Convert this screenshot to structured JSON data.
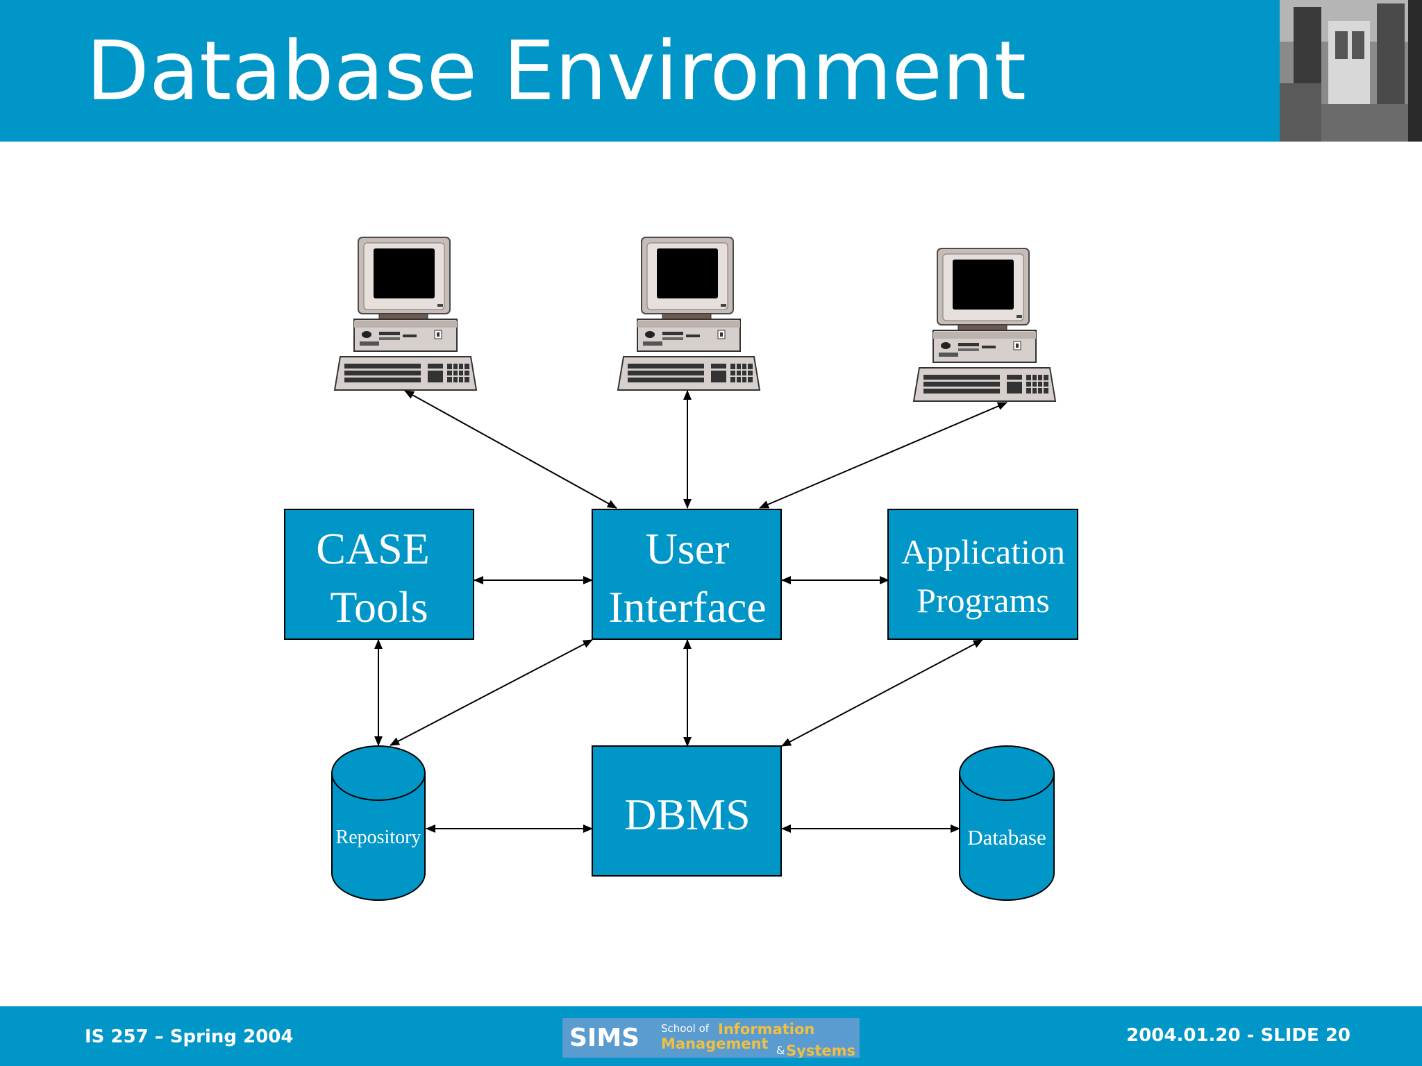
{
  "slide": {
    "title": "Database Environment",
    "footer_left": "IS 257 – Spring 2004",
    "footer_right": "2004.01.20 - SLIDE 20"
  },
  "logo": {
    "sims": "SIMS",
    "school_of": "School of",
    "information": "Information",
    "management": "Management",
    "amp": "&",
    "systems": "Systems"
  },
  "diagram": {
    "case_tools": {
      "line1": "CASE",
      "line2": "Tools"
    },
    "user_interface": {
      "line1": "User",
      "line2": "Interface"
    },
    "application_programs": {
      "line1": "Application",
      "line2": "Programs"
    },
    "dbms": "DBMS",
    "repository": "Repository",
    "database": "Database"
  },
  "colors": {
    "accent": "#0096c8",
    "box_fill": "#0096c8",
    "text": "#ffffff"
  }
}
